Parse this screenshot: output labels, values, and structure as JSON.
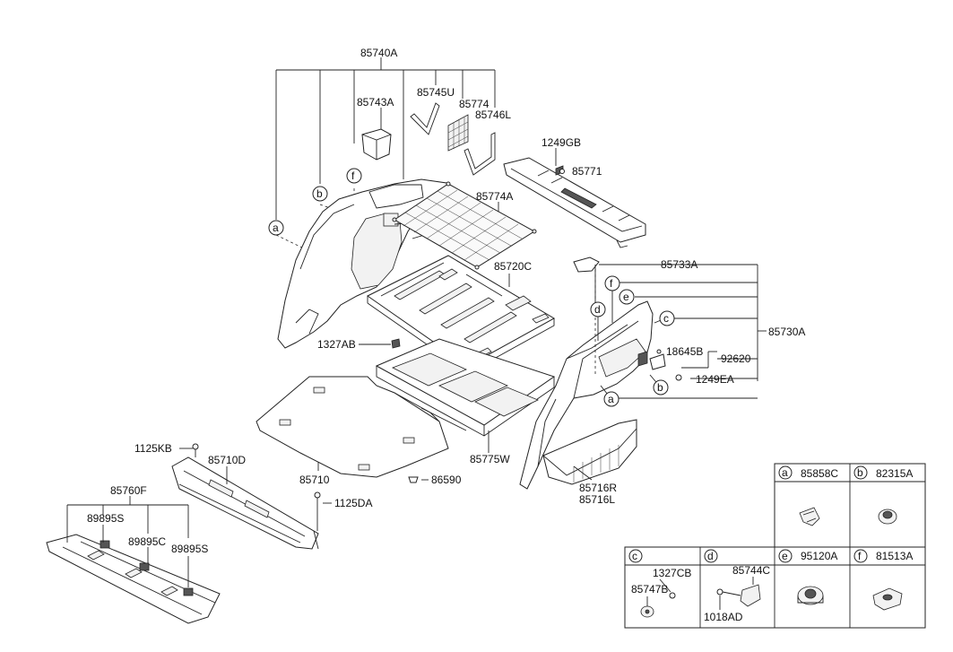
{
  "labels": {
    "p85740A": "85740A",
    "p85743A": "85743A",
    "p85745U": "85745U",
    "p85774": "85774",
    "p85746L": "85746L",
    "p1249GB": "1249GB",
    "p85771": "85771",
    "p85774A": "85774A",
    "p85720C": "85720C",
    "p85733A": "85733A",
    "p85730A": "85730A",
    "p18645B": "18645B",
    "p92620": "92620",
    "p1249EA": "1249EA",
    "p1327AB": "1327AB",
    "p85775W": "85775W",
    "p85716R": "85716R",
    "p85716L": "85716L",
    "p1125KB": "1125KB",
    "p85710D": "85710D",
    "p85710": "85710",
    "p86590": "86590",
    "p85760F": "85760F",
    "p1125DA": "1125DA",
    "p89895S_a": "89895S",
    "p89895C": "89895C",
    "p89895S_b": "89895S"
  },
  "callouts": {
    "a": "a",
    "b": "b",
    "c": "c",
    "d": "d",
    "e": "e",
    "f": "f"
  },
  "legend": {
    "a": {
      "letter": "a",
      "part": "85858C"
    },
    "b": {
      "letter": "b",
      "part": "82315A"
    },
    "c": {
      "letter": "c",
      "parts": [
        "1327CB",
        "85747B"
      ]
    },
    "d": {
      "letter": "d",
      "parts": [
        "85744C",
        "1018AD"
      ]
    },
    "e": {
      "letter": "e",
      "part": "95120A"
    },
    "f": {
      "letter": "f",
      "part": "81513A"
    }
  }
}
